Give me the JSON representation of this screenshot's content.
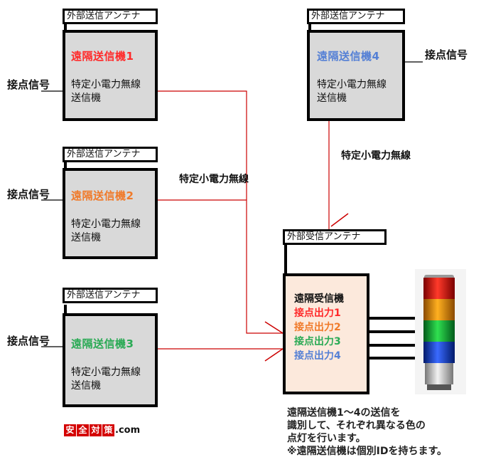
{
  "transmitters": [
    {
      "antenna": "外部送信アンテナ",
      "title": "遠隔送信機1",
      "desc1": "特定小電力無線",
      "desc2": "送信機",
      "input": "接点信号"
    },
    {
      "antenna": "外部送信アンテナ",
      "title": "遠隔送信機2",
      "desc1": "特定小電力無線",
      "desc2": "送信機",
      "input": "接点信号"
    },
    {
      "antenna": "外部送信アンテナ",
      "title": "遠隔送信機3",
      "desc1": "特定小電力無線",
      "desc2": "送信機",
      "input": "接点信号"
    },
    {
      "antenna": "外部送信アンテナ",
      "title": "遠隔送信機4",
      "desc1": "特定小電力無線",
      "desc2": "送信機",
      "input": "接点信号"
    }
  ],
  "radio_label_left": "特定小電力無線",
  "radio_label_right": "特定小電力無線",
  "receiver": {
    "antenna": "外部受信アンテナ",
    "title": "遠隔受信機",
    "outputs": [
      "接点出力1",
      "接点出力2",
      "接点出力3",
      "接点出力4"
    ]
  },
  "note": {
    "line1": "遠隔送信機1～4の送信を",
    "line2": "識別して、それぞれ異なる色の",
    "line3": "点灯を行います。",
    "line4": "※遠隔送信機は個別IDを持ちます。"
  },
  "logo": {
    "k1": "安",
    "k2": "全",
    "k3": "対",
    "k4": "策",
    "suffix": ".com"
  },
  "colors": {
    "tx1": "#ff2a2a",
    "tx2": "#f07a2a",
    "tx3": "#2aaa55",
    "tx4": "#5580d5",
    "wire": "#cc0000",
    "tx_box": "#d9d9d9",
    "rx_box": "#fce9dc"
  }
}
